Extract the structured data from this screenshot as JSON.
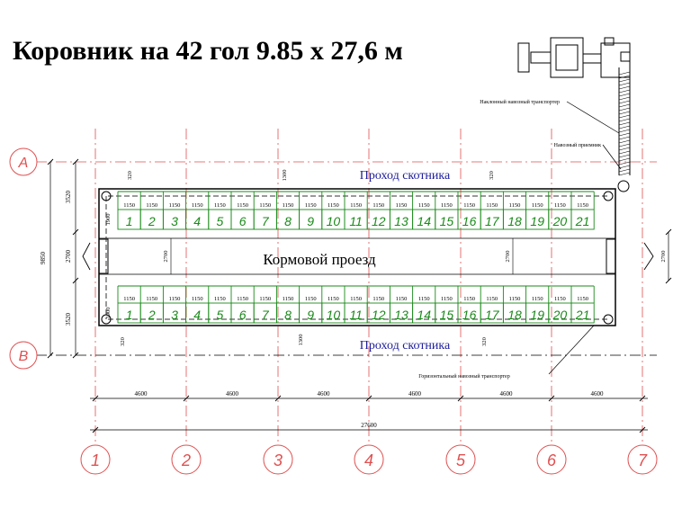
{
  "title": "Коровник на 42 гол 9.85 х 27,6 м",
  "labels": {
    "aisle_top": "Проход скотника",
    "aisle_bottom": "Проход скотника",
    "feed_passage": "Кормовой  проезд",
    "inclined_conveyor": "Наклонный навозный транспортер",
    "manure_receiver": "Навозный приемник",
    "horizontal_conveyor": "Горизонтальный навозный транспортер"
  },
  "row_axes": [
    "А",
    "В"
  ],
  "column_axes": [
    "1",
    "2",
    "3",
    "4",
    "5",
    "6",
    "7"
  ],
  "stall_numbers": [
    "1",
    "2",
    "3",
    "4",
    "5",
    "6",
    "7",
    "8",
    "9",
    "10",
    "11",
    "12",
    "13",
    "14",
    "15",
    "16",
    "17",
    "18",
    "19",
    "20",
    "21"
  ],
  "stall_width": "1150",
  "dimensions": {
    "bay": "4600",
    "bays": [
      "4600",
      "4600",
      "4600",
      "4600",
      "4600",
      "4600"
    ],
    "total_length": "27600",
    "total_width": "9850",
    "side_zone": "3520",
    "feed_width": "2700",
    "stall_depth": "1900",
    "aisle_offset": "320",
    "aisle_width": "1300"
  },
  "colors": {
    "axis_red": "#e05050",
    "stall_green": "#1a8a1a",
    "label_blue": "#1c1c9c",
    "line": "#000000",
    "dim_gray": "#444444"
  }
}
